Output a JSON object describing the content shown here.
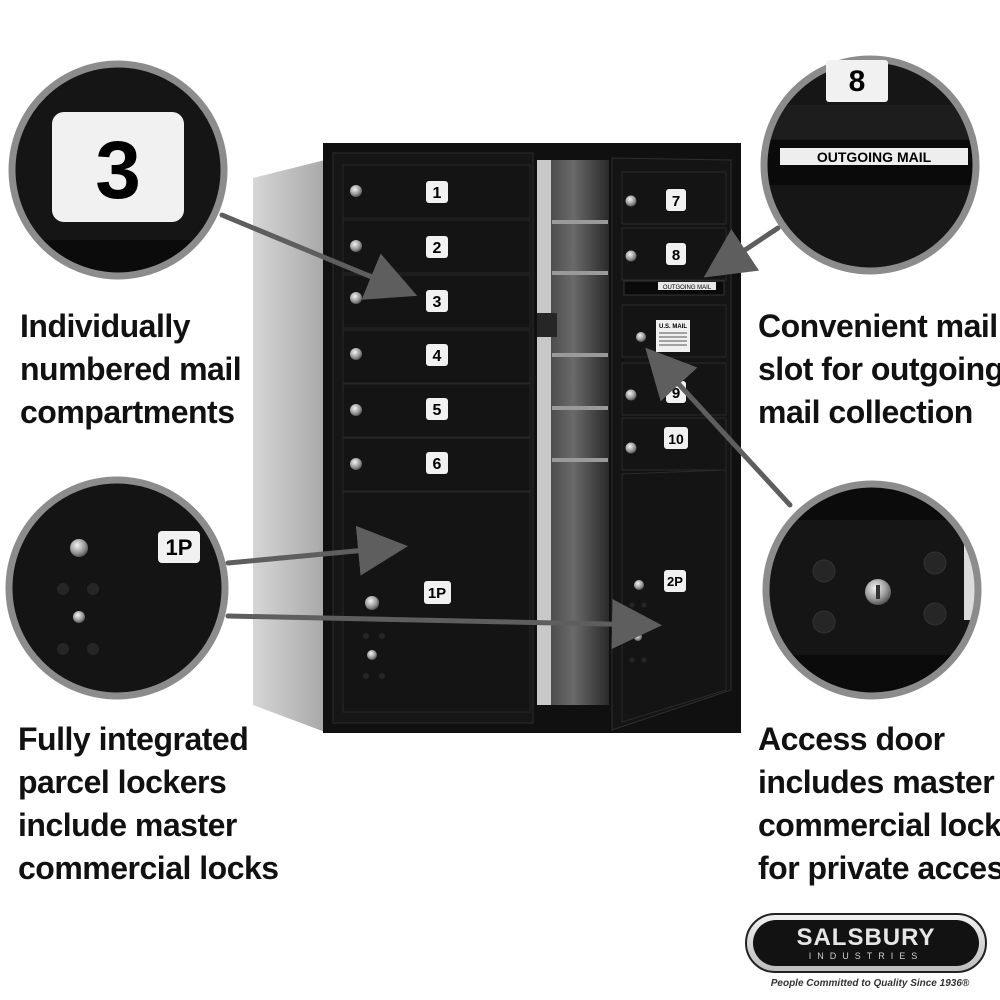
{
  "colors": {
    "mailbox": "#0d0d0d",
    "frame": "#b5b5b5",
    "label": "#f1f1f1",
    "arrow": "#5e5e5e"
  },
  "zoom_top_left": {
    "number": "3"
  },
  "zoom_top_right": {
    "number": "8",
    "slot_label": "OUTGOING MAIL"
  },
  "zoom_bottom_left": {
    "label": "1P"
  },
  "mailbox": {
    "left_doors": [
      "1",
      "2",
      "3",
      "4",
      "5",
      "6"
    ],
    "left_parcel": "1P",
    "right_doors": [
      "7",
      "8",
      "9",
      "10"
    ],
    "right_parcel": "2P",
    "outgoing_slot_label": "OUTGOING MAIL",
    "usmail_label": [
      "U.S. MAIL"
    ]
  },
  "captions": {
    "top_left": [
      "Individually",
      "numbered mail",
      "compartments"
    ],
    "top_right": [
      "Convenient mail",
      "slot for outgoing",
      "mail collection"
    ],
    "bottom_left": [
      "Fully integrated",
      "parcel lockers",
      "include master",
      "commercial locks"
    ],
    "bottom_right": [
      "Access door",
      "includes master",
      "commercial lock",
      "for private access"
    ]
  },
  "brand": {
    "name": "SALSBURY",
    "subtitle": "INDUSTRIES",
    "tagline": "People Committed to Quality Since 1936®"
  }
}
